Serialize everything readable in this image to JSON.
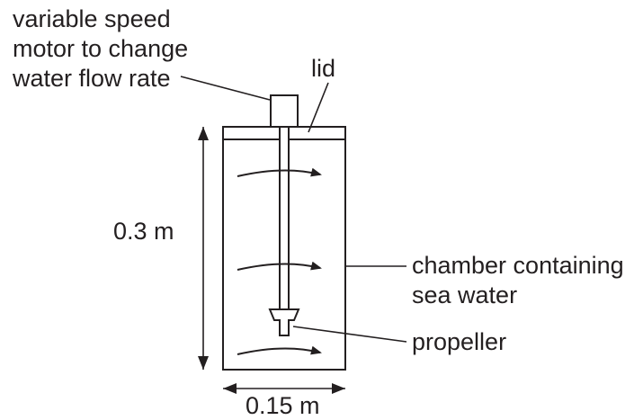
{
  "labels": {
    "motor_line1": "variable speed",
    "motor_line2": "motor to change",
    "motor_line3": "water flow rate",
    "lid": "lid",
    "height": "0.3 m",
    "chamber_line1": "chamber containing",
    "chamber_line2": "sea water",
    "propeller": "propeller",
    "width": "0.15 m"
  },
  "colors": {
    "ink": "#231f20",
    "background": "#ffffff"
  }
}
